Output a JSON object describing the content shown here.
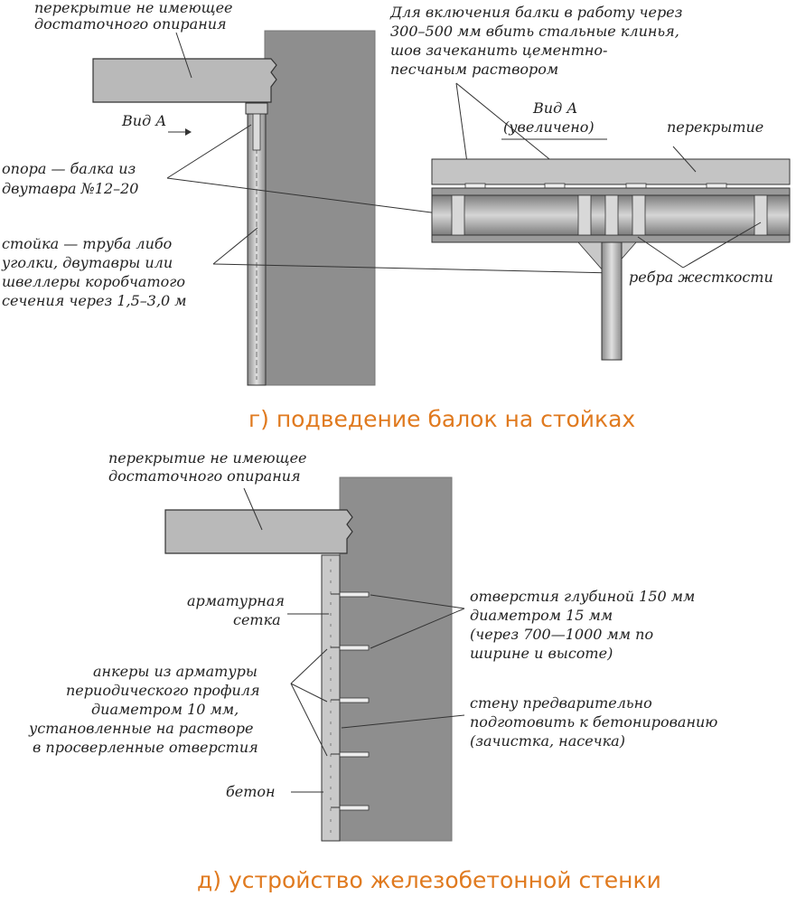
{
  "top": {
    "label_slab": [
      "перекрытие не имеющее",
      "достаточного опирания"
    ],
    "view_a": "Вид А",
    "support": [
      "опора — балка из",
      "двутавра  №12–20"
    ],
    "post": [
      "стойка — труба либо",
      "уголки, двутавры или",
      "швеллеры коробчатого",
      "сечения через 1,5–3,0 м"
    ],
    "wedge_note": [
      "Для включения балки в работу через",
      "300–500 мм вбить стальные клинья,",
      "шов зачеканить цементно-",
      "песчаным раствором"
    ],
    "view_a_zoom": [
      "Вид А",
      "(увеличено)"
    ],
    "floor": "перекрытие",
    "ribs": "ребра жесткости",
    "caption": "г) подведение  балок на стойках"
  },
  "bottom": {
    "label_slab": [
      "перекрытие не имеющее",
      "достаточного опирания"
    ],
    "mesh": [
      "арматурная",
      "сетка"
    ],
    "anchors": [
      "анкеры из арматуры",
      "периодического профиля",
      "диаметром 10 мм,",
      "установленные на растворе",
      "в просверленные отверстия"
    ],
    "concrete": "бетон",
    "holes": [
      "отверстия глубиной 150 мм",
      "диаметром 15 мм",
      "(через 700—1000 мм по",
      "ширине и высоте)"
    ],
    "prep": [
      "стену предварительно",
      "подготовить к бетонированию",
      "(зачистка, насечка)"
    ],
    "caption": "д) устройство железобетонной стенки"
  }
}
